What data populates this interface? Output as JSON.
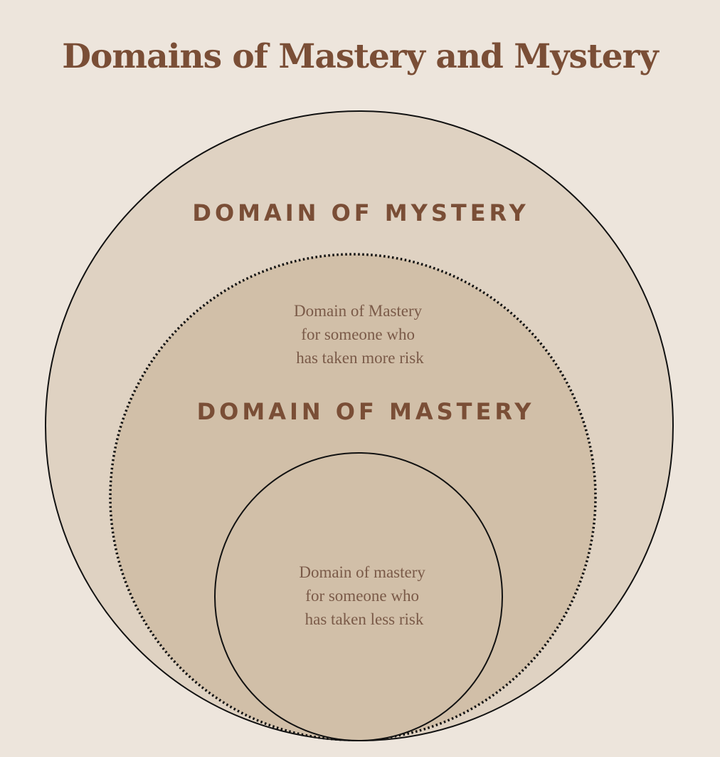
{
  "title": "Domains of Mastery and Mystery",
  "colors": {
    "background": "#ede5dc",
    "outer_fill": "#dfd2c2",
    "inner_fill": "#d1bfa8",
    "text_brown": "#7a4e36",
    "text_small": "#7a5a48",
    "stroke": "#111111"
  },
  "labels": {
    "mystery": "DOMAIN OF MYSTERY",
    "mastery": "DOMAIN OF MASTERY",
    "more_risk": [
      "Domain of Mastery",
      "for someone who",
      "has taken more risk"
    ],
    "less_risk": [
      "Domain of mastery",
      "for someone who",
      "has taken less risk"
    ]
  }
}
